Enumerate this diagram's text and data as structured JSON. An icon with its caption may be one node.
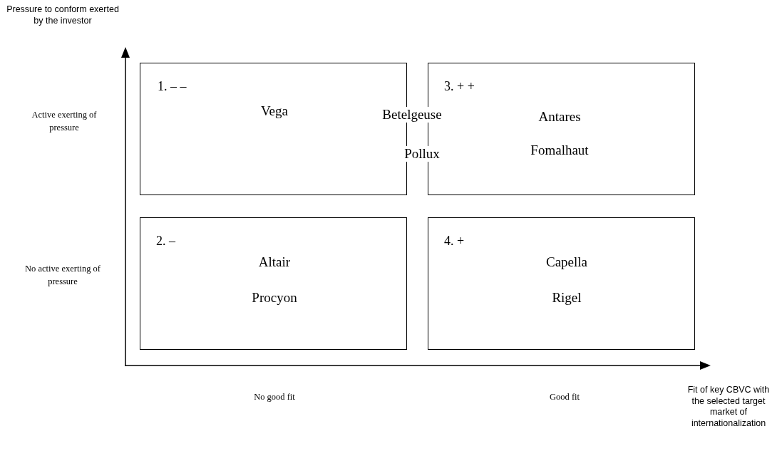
{
  "diagram": {
    "nodes": [
      {
        "text": [
          "1. – –",
          "Vega"
        ]
      },
      {
        "text": [
          "3.  + +",
          "Antares",
          "Fomalhaut"
        ]
      },
      {
        "text": [
          "2. –",
          "Altair",
          "Procyon"
        ]
      },
      {
        "text": [
          "4. +",
          "Capella",
          "Rigel"
        ]
      }
    ],
    "labels": [
      "Pressure to conform exerted by the investor",
      "Active exerting of pressure",
      "Betelgeuse",
      "Pollux",
      "No active exerting of pressure",
      "No good fit",
      "Good fit",
      "Fit of key CBVC with the selected target market of internationalization"
    ]
  }
}
